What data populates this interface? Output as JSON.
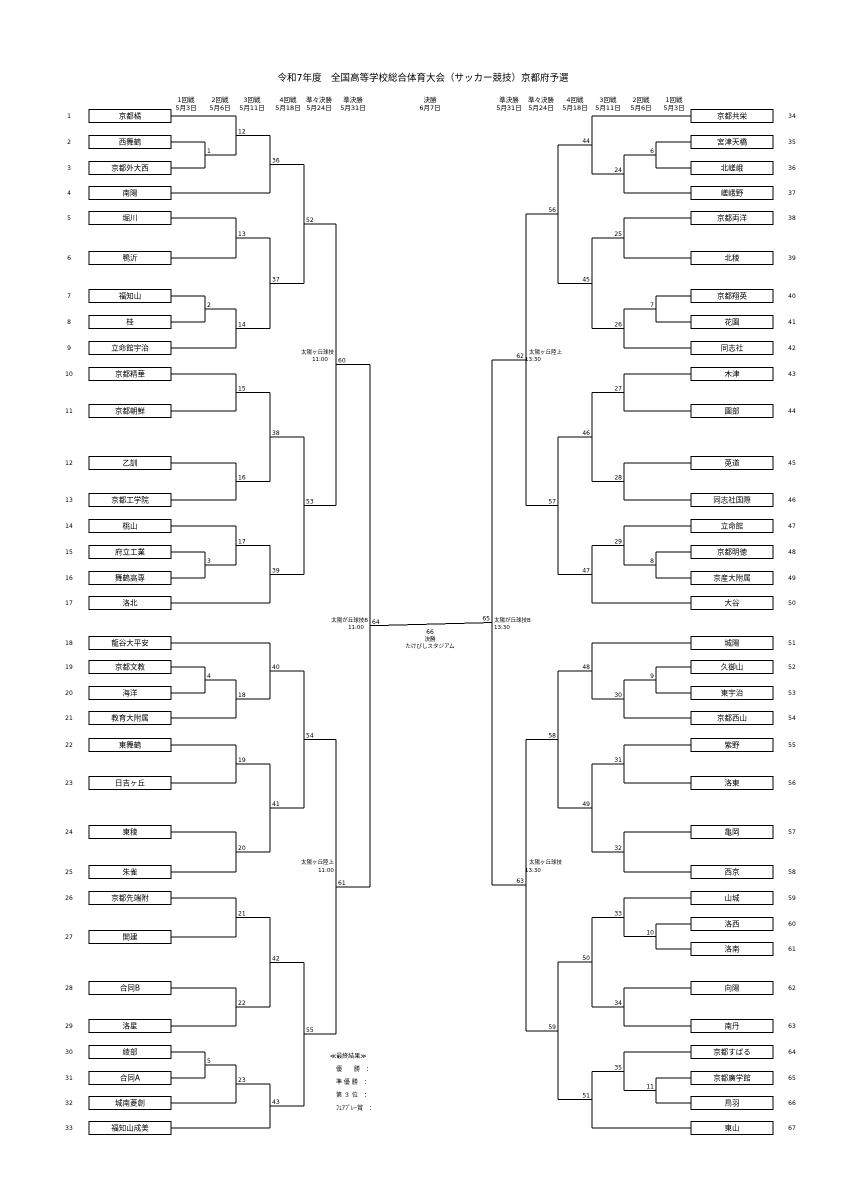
{
  "title": "令和7年度　全国高等学校総合体育大会（サッカー競技）京都府予選",
  "rounds_left": [
    {
      "name": "1回戦",
      "date": "5月3日"
    },
    {
      "name": "2回戦",
      "date": "5月6日"
    },
    {
      "name": "3回戦",
      "date": "5月11日"
    },
    {
      "name": "4回戦",
      "date": "5月18日"
    },
    {
      "name": "準々決勝",
      "date": "5月24日"
    },
    {
      "name": "準決勝",
      "date": "5月31日"
    }
  ],
  "final_round": {
    "name": "決勝",
    "date": "6月7日"
  },
  "rounds_right": [
    {
      "name": "準決勝",
      "date": "5月31日"
    },
    {
      "name": "準々決勝",
      "date": "5月24日"
    },
    {
      "name": "4回戦",
      "date": "5月18日"
    },
    {
      "name": "3回戦",
      "date": "5月11日"
    },
    {
      "name": "2回戦",
      "date": "5月6日"
    },
    {
      "name": "1回戦",
      "date": "5月3日"
    }
  ],
  "left_teams": [
    {
      "seed": "1",
      "name": "京都橘"
    },
    {
      "seed": "2",
      "name": "西舞鶴"
    },
    {
      "seed": "3",
      "name": "京都外大西"
    },
    {
      "seed": "4",
      "name": "南陽"
    },
    {
      "seed": "5",
      "name": "堀川"
    },
    {
      "seed": "6",
      "name": "鴨沂"
    },
    {
      "seed": "7",
      "name": "福知山"
    },
    {
      "seed": "8",
      "name": "桂"
    },
    {
      "seed": "9",
      "name": "立命館宇治"
    },
    {
      "seed": "10",
      "name": "京都精華"
    },
    {
      "seed": "11",
      "name": "京都朝鮮"
    },
    {
      "seed": "12",
      "name": "乙訓"
    },
    {
      "seed": "13",
      "name": "京都工学院"
    },
    {
      "seed": "14",
      "name": "桃山"
    },
    {
      "seed": "15",
      "name": "府立工業"
    },
    {
      "seed": "16",
      "name": "舞鶴高専"
    },
    {
      "seed": "17",
      "name": "洛北"
    },
    {
      "seed": "18",
      "name": "龍谷大平安"
    },
    {
      "seed": "19",
      "name": "京都文教"
    },
    {
      "seed": "20",
      "name": "海洋"
    },
    {
      "seed": "21",
      "name": "教育大附属"
    },
    {
      "seed": "22",
      "name": "東舞鶴"
    },
    {
      "seed": "23",
      "name": "日吉ヶ丘"
    },
    {
      "seed": "24",
      "name": "東稜"
    },
    {
      "seed": "25",
      "name": "朱雀"
    },
    {
      "seed": "26",
      "name": "京都先端附"
    },
    {
      "seed": "27",
      "name": "開建"
    },
    {
      "seed": "28",
      "name": "合同B"
    },
    {
      "seed": "29",
      "name": "洛星"
    },
    {
      "seed": "30",
      "name": "綾部"
    },
    {
      "seed": "31",
      "name": "合同A"
    },
    {
      "seed": "32",
      "name": "城南菱創"
    },
    {
      "seed": "33",
      "name": "福知山成美"
    }
  ],
  "right_teams": [
    {
      "seed": "34",
      "name": "京都共栄"
    },
    {
      "seed": "35",
      "name": "宮津天橋"
    },
    {
      "seed": "36",
      "name": "北嵯峨"
    },
    {
      "seed": "37",
      "name": "嵯峨野"
    },
    {
      "seed": "38",
      "name": "京都両洋"
    },
    {
      "seed": "39",
      "name": "北稜"
    },
    {
      "seed": "40",
      "name": "京都翔英"
    },
    {
      "seed": "41",
      "name": "花園"
    },
    {
      "seed": "42",
      "name": "同志社"
    },
    {
      "seed": "43",
      "name": "木津"
    },
    {
      "seed": "44",
      "name": "園部"
    },
    {
      "seed": "45",
      "name": "莵道"
    },
    {
      "seed": "46",
      "name": "同志社国際"
    },
    {
      "seed": "47",
      "name": "立命館"
    },
    {
      "seed": "48",
      "name": "京都明徳"
    },
    {
      "seed": "49",
      "name": "京産大附属"
    },
    {
      "seed": "50",
      "name": "大谷"
    },
    {
      "seed": "51",
      "name": "城陽"
    },
    {
      "seed": "52",
      "name": "久御山"
    },
    {
      "seed": "53",
      "name": "東宇治"
    },
    {
      "seed": "54",
      "name": "京都西山"
    },
    {
      "seed": "55",
      "name": "紫野"
    },
    {
      "seed": "56",
      "name": "洛東"
    },
    {
      "seed": "57",
      "name": "亀岡"
    },
    {
      "seed": "58",
      "name": "西京"
    },
    {
      "seed": "59",
      "name": "山城"
    },
    {
      "seed": "60",
      "name": "洛西"
    },
    {
      "seed": "61",
      "name": "洛南"
    },
    {
      "seed": "62",
      "name": "向陽"
    },
    {
      "seed": "63",
      "name": "南丹"
    },
    {
      "seed": "64",
      "name": "京都すばる"
    },
    {
      "seed": "65",
      "name": "京都廣学館"
    },
    {
      "seed": "66",
      "name": "鳥羽"
    },
    {
      "seed": "67",
      "name": "東山"
    }
  ],
  "match_numbers": {
    "r1": [
      "1",
      "2",
      "3",
      "4",
      "5",
      "6",
      "7",
      "8",
      "9",
      "10",
      "11"
    ],
    "r2": [
      "12",
      "13",
      "14",
      "15",
      "16",
      "17",
      "18",
      "19",
      "20",
      "21",
      "22",
      "23",
      "24",
      "25",
      "26",
      "27",
      "28",
      "29",
      "30",
      "31",
      "32",
      "33",
      "34",
      "35"
    ],
    "r3": [
      "36",
      "37",
      "38",
      "39",
      "40",
      "41",
      "42",
      "43",
      "44",
      "45",
      "46",
      "47",
      "48",
      "49",
      "50",
      "51"
    ],
    "r4": [
      "52",
      "53",
      "54",
      "55",
      "56",
      "57",
      "58",
      "59"
    ],
    "qf": [
      "60",
      "61",
      "62",
      "63"
    ],
    "sf": [
      "64",
      "65"
    ],
    "final": "66"
  },
  "venues": {
    "m60": {
      "place": "太陽ヶ丘球技",
      "time": "11:00"
    },
    "m61": {
      "place": "太陽ヶ丘陸上",
      "time": "11:00"
    },
    "m62": {
      "place": "太陽ヶ丘陸上",
      "time": "13:30"
    },
    "m63": {
      "place": "太陽ヶ丘球技",
      "time": "13:30"
    },
    "m64": {
      "place": "太陽が丘球技B",
      "time": "11:00"
    },
    "m65": {
      "place": "太陽が丘球技B",
      "time": "13:30"
    },
    "final": {
      "label": "決勝",
      "place": "たけびしスタジアム"
    }
  },
  "results": {
    "heading": "≪最終結果≫",
    "rows": [
      {
        "label": "優　　勝　："
      },
      {
        "label": "準 優 勝　："
      },
      {
        "label": "第 ３ 位　："
      },
      {
        "label": "ﾌｪｱﾌﾟﾚｰ賞　："
      }
    ]
  }
}
